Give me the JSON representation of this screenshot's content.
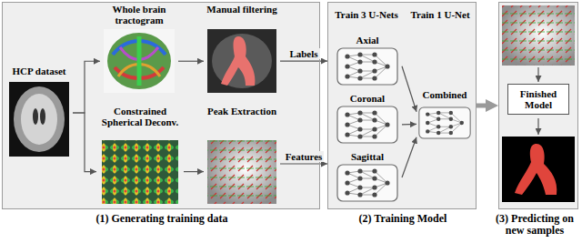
{
  "diagram": {
    "nodes": [
      {
        "text": [
          "(1) Generating training data"
        ]
      },
      {
        "text": [
          "HCP dataset"
        ],
        "in": 0
      },
      {
        "text": [
          "Whole brain tractogram"
        ],
        "in": 0
      },
      {
        "text": [
          "Manual filtering"
        ],
        "in": 0
      },
      {
        "text": [
          "Constrained Spherical Deconv."
        ],
        "in": 0
      },
      {
        "text": [
          "Peak Extraction"
        ],
        "in": 0
      },
      {
        "text": [
          "(2) Training Model"
        ]
      },
      {
        "text": [
          "Axial"
        ],
        "in": 6
      },
      {
        "text": [
          "Coronal"
        ],
        "in": 6
      },
      {
        "text": [
          "Sagittal"
        ],
        "in": 6
      },
      {
        "text": [
          "Combined"
        ],
        "in": 6
      },
      {
        "text": [
          "(3) Predicting on new samples"
        ]
      },
      {
        "text": [
          "Finished Model"
        ],
        "in": 11
      }
    ],
    "edges": [
      {
        "from": 1,
        "to": 2,
        "arrow": "to"
      },
      {
        "from": 1,
        "to": 4,
        "arrow": "to"
      },
      {
        "from": 2,
        "to": 3,
        "arrow": "to"
      },
      {
        "from": 4,
        "to": 5,
        "arrow": "to"
      },
      {
        "from": 3,
        "to": 6,
        "label": "Labels",
        "arrow": "to"
      },
      {
        "from": 5,
        "to": 6,
        "label": "Features",
        "arrow": "to"
      },
      {
        "from": 7,
        "to": 10,
        "arrow": "to"
      },
      {
        "from": 8,
        "to": 10,
        "arrow": "to"
      },
      {
        "from": 9,
        "to": 10,
        "arrow": "to"
      },
      {
        "from": 6,
        "to": 11,
        "arrow": "to"
      }
    ],
    "labels": [
      "Train 3 U-Nets",
      "Train 1 U-Net"
    ]
  }
}
